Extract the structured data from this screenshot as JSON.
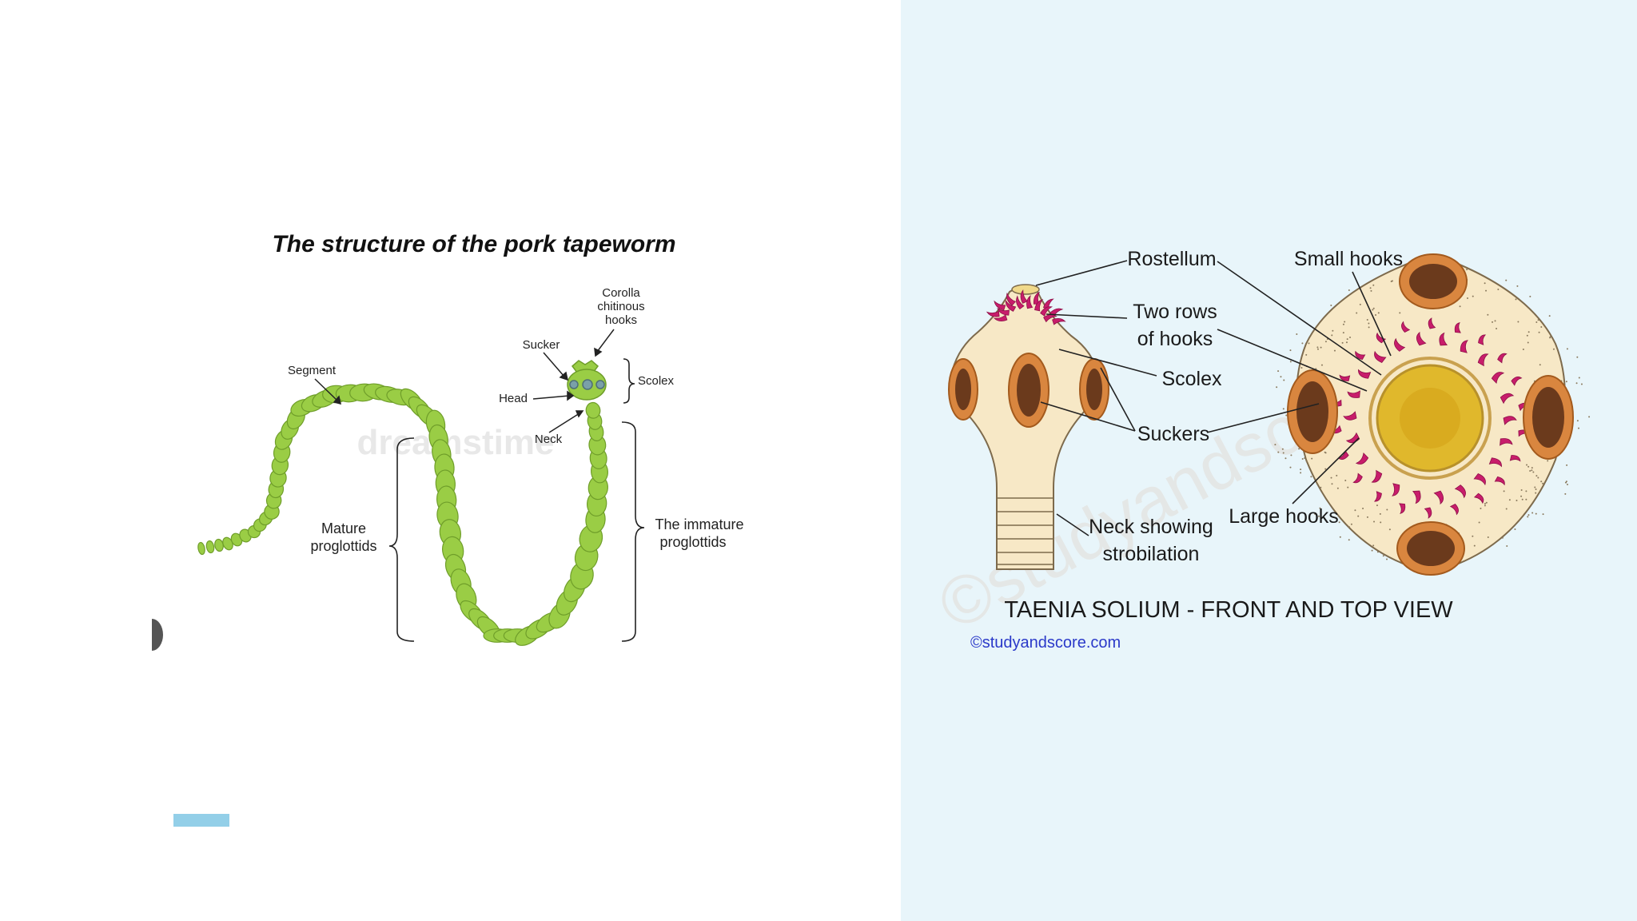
{
  "left_diagram": {
    "title": "The structure of the pork tapeworm",
    "labels": {
      "corolla_line1": "Corolla",
      "corolla_line2": "chitinous",
      "corolla_line3": "hooks",
      "sucker": "Sucker",
      "scolex": "Scolex",
      "segment": "Segment",
      "head": "Head",
      "neck": "Neck",
      "mature_line1": "Mature",
      "mature_line2": "proglottids",
      "immature_line1": "The immature",
      "immature_line2": "proglottids"
    },
    "watermark": "dreamstime"
  },
  "right_diagram": {
    "labels": {
      "rostellum": "Rostellum",
      "small_hooks": "Small hooks",
      "two_rows_line1": "Two rows",
      "two_rows_line2": "of hooks",
      "scolex": "Scolex",
      "suckers": "Suckers",
      "large_hooks": "Large hooks",
      "neck_line1": "Neck showing",
      "neck_line2": "strobilation"
    },
    "caption": "TAENIA SOLIUM - FRONT AND TOP VIEW",
    "credit": "©studyandscore.com",
    "watermark": "©studyandscore.com"
  },
  "colors": {
    "worm_green": "#9acd45",
    "worm_outline": "#6f9e2a",
    "scolex_body": "#f7e8c6",
    "sucker_brown": "#6b3a1c",
    "sucker_ring": "#d9863f",
    "hook_magenta": "#c81d6b",
    "center_yellow": "#e0b82c",
    "accent_bar": "#93cfe8",
    "panel_bg": "#e8f5fa",
    "credit_blue": "#2a39c9"
  }
}
